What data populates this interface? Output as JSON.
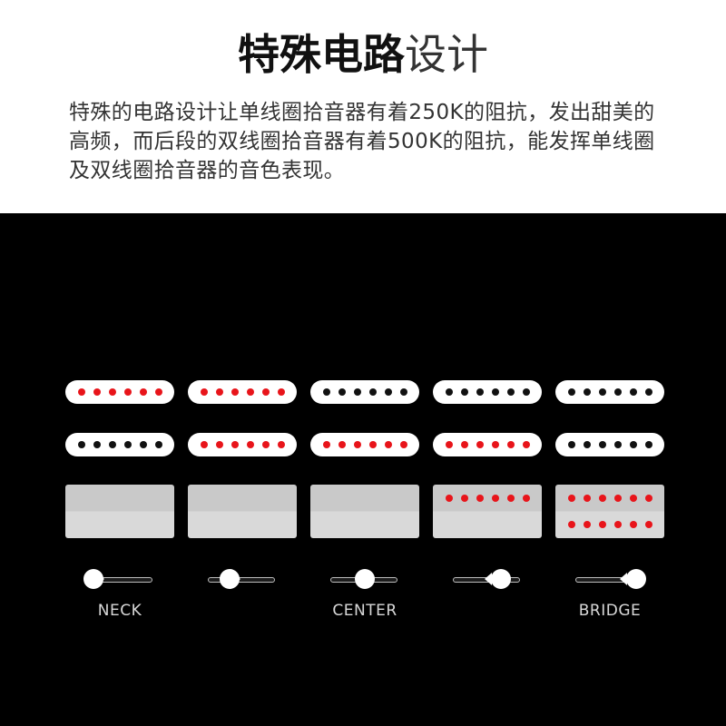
{
  "header": {
    "title_bold": "特殊电路",
    "title_light": "设计",
    "description": "特殊的电路设计让单线圈拾音器有着250K的阻抗，发出甜美的高频，而后段的双线圈拾音器有着500K的阻抗，能发挥单线圈及双线圈拾音器的音色表现。"
  },
  "colors": {
    "active": "#e8141a",
    "inactive": "#111111",
    "panel": "#000000"
  },
  "pole_count": 6,
  "positions": [
    {
      "neck_active": true,
      "middle_active": false,
      "bridge_rows_active": 0,
      "knob_offset": 0.0,
      "label": "NECK"
    },
    {
      "neck_active": true,
      "middle_active": true,
      "bridge_rows_active": 0,
      "knob_offset": 0.25,
      "label": ""
    },
    {
      "neck_active": false,
      "middle_active": true,
      "bridge_rows_active": 0,
      "knob_offset": 0.5,
      "label": "CENTER"
    },
    {
      "neck_active": false,
      "middle_active": true,
      "bridge_rows_active": 1,
      "knob_offset": 0.75,
      "label": ""
    },
    {
      "neck_active": false,
      "middle_active": false,
      "bridge_rows_active": 2,
      "knob_offset": 1.0,
      "label": "BRIDGE"
    }
  ]
}
